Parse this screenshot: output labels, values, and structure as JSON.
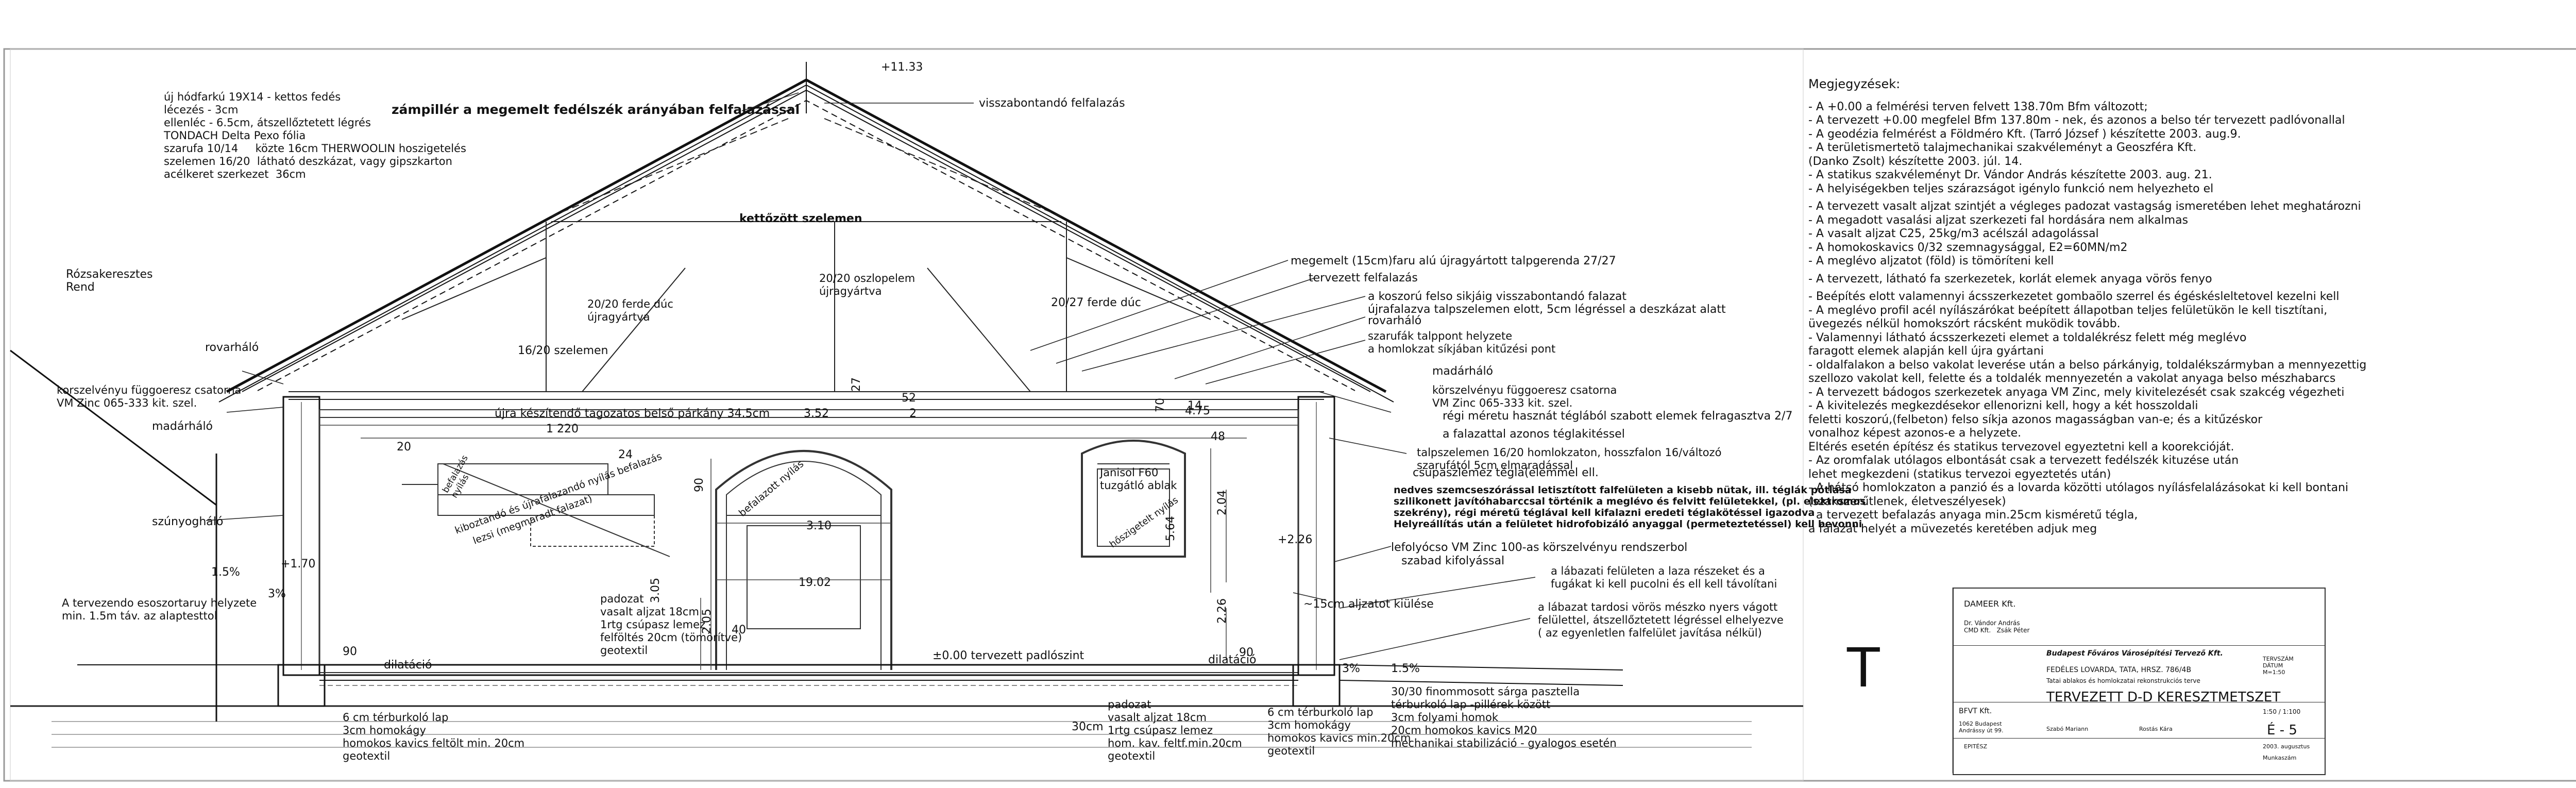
{
  "drawing": {
    "notes_heading": "Megjegyzések:",
    "notes": [
      "- A +0.00 a felmérési terven felvett 138.70m Bfm változott;",
      "- A tervezett +0.00 megfelel  Bfm 137.80m - nek, és azonos a belso tér tervezett padlóvonallal",
      "- A geodézia felmérést a Földméro Kft.  (Tarró József ) készítette 2003. aug.9.",
      "- A területismertetö talajmechanikai szakvéleményt a Geoszféra Kft.",
      "   (Danko Zsolt) készítette 2003. júl. 14.",
      "- A statikus szakvéleményt Dr. Vándor András készítette 2003. aug. 21.",
      "- A helyiségekben teljes szárazságot igénylo funkció nem helyezheto el",
      "",
      "- A tervezett vasalt aljzat szintjét a végleges padozat vastagság ismeretében lehet meghatározni",
      "- A megadott vasalási aljzat szerkezeti fal hordására nem alkalmas",
      "- A vasalt aljzat C25, 25kg/m3 acélszál adagolással",
      "- A homokoskavics 0/32 szemnagysággal, E2=60MN/m2",
      "-  A meglévo aljzatot (föld) is tömöríteni kell",
      "",
      "- A tervezett, látható fa szerkezetek, korlát elemek anyaga vörös fenyo",
      "",
      "- Beépítés elott valamennyi ácsszerkezetet gombaölo szerrel és égéskésleltetovel kezelni kell",
      "- A meglévo profil acél nyílászárókat beépített állapotban teljes felületükön le kell tisztítani,",
      "   üvegezés nélkül homokszórt rácsként muködik tovább.",
      "- Valamennyi látható ácsszerkezeti elemet a toldalékrész felett még meglévo",
      "   faragott elemek alapján kell újra gyártani",
      "- oldalfalakon a belso vakolat leverése után a belso párkányig, toldalékszármyban a mennyezettig",
      "   szellozo vakolat kell, felette és a toldalék mennyezetén a vakolat anyaga belso mészhabarcs",
      "- A tervezett bádogos szerkezetek anyaga VM Zinc, mely kivitelezését csak szakcég végezheti",
      "- A kivitelezés megkezdésekor  ellenorizni kell, hogy a két hosszoldali",
      "   feletti koszorú,(felbeton) felso síkja azonos magasságban van-e; és a kitűzéskor",
      "   vonalhoz képest azonos-e a helyzete.",
      "   Eltérés esetén építész és statikus tervezovel egyeztetni kell a koorekcióját.",
      "- Az oromfalak utólagos elbontását csak a tervezett fedélszék kituzése után",
      "   lehet megkezdeni (statikus tervezoi egyeztetés után)",
      "- A hátsó homlokzaton a panzió és a lovarda közötti utólagos nyílásfelalázásokat ki kell bontani",
      "   (szakszerűtlenek, életveszélyesek)",
      "- a tervezett befalazás anyaga min.25cm kisméretű tégla,",
      "   a falazat helyét a müvezetés keretében adjuk meg"
    ],
    "north_mark": "T",
    "roof_build_up": "új hódfarkú 19X14 - kettos fedés\nlécezés - 3cm\nellenléc - 6.5cm, átszellőztetett légrés\nTONDACH Delta Pexo fólia\nszarufa 10/14     közte 16cm THERWOOLIN hoszigetelés\nszelemen 16/20  látható deszkázat, vagy gipszkarton\nacélkeret szerkezet  36cm",
    "labels": {
      "ridge_level": "+11.33",
      "tympanum": "zámpillér a megemelt fedélszék arányában felfalazással",
      "ridge_flash": "visszabontandó felfalazás",
      "double_purlin": "kettőzött szelemen",
      "neighbour": "Rózsakeresztes\nRend",
      "strut_left": "20/20 ferde dúc\nújragyártva",
      "post": "20/20 oszlopelem\nújragyártva",
      "purlin_left": "16/20 szelemen",
      "strut_right": "20/27 ferde dúc",
      "rafter_left": "rovarháló",
      "gutter_left": "korszelvényu függoeresz csatorna\nVM Zinc 065-333 kit. szel.",
      "bird_net_left": "madárháló",
      "vent_net": "szúnyogháló",
      "cornice": "újra készítendő tagozatos belső párkány 34.5cm",
      "wallplate": "megemelt (15cm)faru alú újragyártott talpgerenda 27/27",
      "designed_wall": "tervezett felfalazás",
      "crown": "a koszorú felso sikjáig visszabontandó falazat",
      "nesting": "újrafalazva talpszelemen elott, 5cm légréssel a deszkázat alatt",
      "rafter_feet": "szarufák talppont helyzete\na homlokzat síkjában kitűzési pont",
      "rovar_right": "rovarháló",
      "bird_net_right": "madárháló",
      "gutter_right": "körszelvényu függoeresz csatorna\nVM Zinc 065-333 kit. szel.",
      "old_brick": "régi méretu hasznát téglából szabott elemek felragasztva 2/7",
      "brick_same": "a falazattal azonos téglakitéssel",
      "plaster_strip": "talpszelemen 16/20 homlokzaton, hosszfalon 16/változó\nszarufától 5cm elmaradással",
      "cornice_brick": "csupaszlemez tégla(elemmel ell.",
      "window_label": "Janisol F60\ntuzgátló ablak",
      "heat_plaster": "hőszigetelt nyílás",
      "wall_note_1": "nedves szemcseszórással letisztított falfelületen a kisebb nütak, ill. téglák pótlása",
      "wall_note_2": "szilikonett javítóhabarccsal történik a meglévo és felvitt felületekkel, (pl. elektromos",
      "wall_note_3": "szekrény), régi méretű téglával kell kifalazni eredeti téglakötéssel igazodva",
      "wall_note_4": "Helyreállítás után a felületet hidrofobizáló anyaggal (permeteztetéssel) kell bevonni",
      "downpipe": "lefolyócso VM Zinc 100-as körszelvényu rendszerbol",
      "free_drip": "szabad kifolyással",
      "splash_note": "a lábazati felületen a laza részeket és a\nfugákat ki kell pucolni és ell kell távolítani",
      "plinth_note": "a lábazat tardosi vörös mészko nyers vágott\nfelülettel, átszellőztetett légréssel elhelyezve\n( az egyenletlen falfelület javítása nélkül)",
      "tilted_sill": "~15cm aljzatot kiülése",
      "rise_left": "A tervezendo esoszortaruy helyzete\nmin. 1.5m táv. az alaptesttol",
      "slope_l": "1.5%",
      "slope_l2": "3%",
      "level_170": "+1.70",
      "level_226": "+2.26",
      "dim_90l": "90",
      "dim_90r": "90",
      "dilatacio_l": "dilatáció",
      "dilatacio_r": "dilatáció",
      "floor_zero": "±0.00 tervezett padlószint",
      "slope_r1": "3%",
      "slope_r2": "1.5%",
      "floor_left": "padozat\nvasalt aljzat 18cm\n1rtg csúpasz lemez\nfelföltés 20cm (tömörítve)\ngeotextil",
      "floor_mid": "padozat\nvasalt aljzat 18cm\n1rtg csúpasz lemez\nhom. kav. feltf.min.20cm\ngeotextil",
      "paving_left": "6 cm térburkoló lap\n3cm homokágy\nhomokos kavics feltölt min. 20cm\ngeotextil",
      "paving_right": "6 cm térburkoló lap\n3cm homokágy\nhomokos kavics min.20cm\ngeotextil",
      "paving_cm": "30cm",
      "paving_30": "30/30 finommosott sárga pasztella\ntérburkoló lap -pillérek között\n3cm folyami homok\n20cm homokos kavics M20\nmechanikai stabilizáció - gyalogos esetén",
      "shelf_text_1": "befalazás\nnyílás",
      "shelf_text_2": "kiboztandó és újrafalazandó nyílás befalazás",
      "shelf_text_3": "lezsi (megmaradt falazat)",
      "arch_text": "befalazott nyílás",
      "dim_1220": "1 220",
      "dim_352": "3.52",
      "dim_475": "4.75",
      "dim_204": "2.04",
      "dim_564": "5.64",
      "dim_310": "3.10",
      "dim_1902": "19.02",
      "dim_226b": "2.26",
      "dim_205": "2.05",
      "dim_305": "3.05",
      "dim_20": "20",
      "dim_48": "48",
      "dim_27": "27",
      "dim_52": "52",
      "dim_70": "70",
      "dim_90v": "90",
      "dim_24": "24",
      "dim_14": "14",
      "dim_40": "40",
      "dim_2": "2"
    },
    "title_block": {
      "client": "DAMEER Kft.",
      "names": "Dr. Vándor András\nCMD Kft.   Zsák Péter",
      "company": "Budapest Főváros Városépítési Tervező Kft.",
      "project_line1": "FEDÉLES LOVARDA, TATA, HRSZ. 786/4B",
      "project_line2": "Tatai ablakos és homlokzatai rekonstrukciós terve",
      "sheet_title": "TERVEZETT D-D KERESZTMETSZET",
      "company_short": "BFVT Kft.",
      "address": "1062 Budapest\nAndrássy út 99.",
      "drawer": "Szabó Mariann",
      "checker": "Rostás Kára",
      "scale": "1:50 / 1:100",
      "sheet_no": "É - 5",
      "date": "2003. augusztus",
      "job_no": "Munkaszám",
      "right_meta": "TERVSZÁM\nDÁTUM\nM=1:50",
      "phase": "EPITÉSZ"
    }
  }
}
